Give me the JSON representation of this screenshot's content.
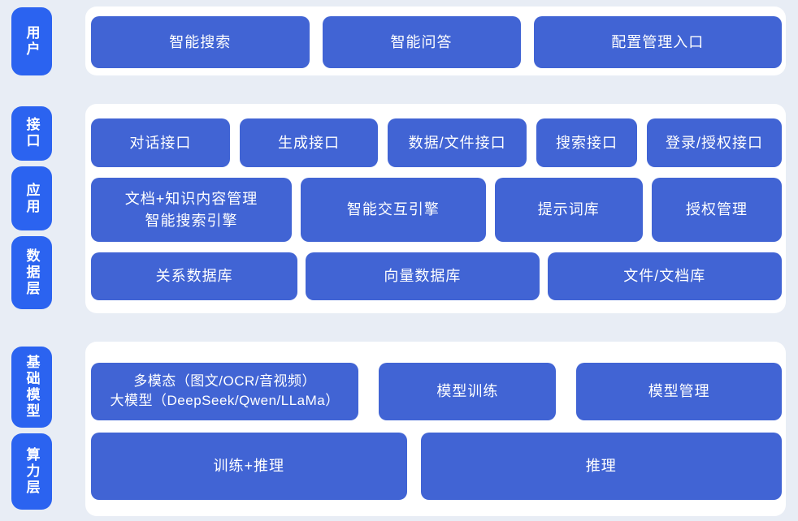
{
  "colors": {
    "page_background": "#e8edf5",
    "panel_background": "#ffffff",
    "layer_tab_blue": "#2b63f0",
    "block_blue": "#4164d4",
    "text_white": "#ffffff"
  },
  "user_section": {
    "tab": "用户",
    "blocks": {
      "smart_search": "智能搜索",
      "smart_qa": "智能问答",
      "config_entry": "配置管理入口"
    }
  },
  "platform_section": {
    "tabs": {
      "interface": "接口",
      "application": "应用",
      "data_layer": "数据层"
    },
    "interface_row": {
      "dialog_api": "对话接口",
      "generation_api": "生成接口",
      "data_file_api": "数据/文件接口",
      "search_api": "搜索接口",
      "login_auth_api": "登录/授权接口"
    },
    "application_row": {
      "doc_knowledge_search_engine": "文档+知识内容管理\n智能搜索引擎",
      "interaction_engine": "智能交互引擎",
      "prompt_library": "提示词库",
      "auth_management": "授权管理"
    },
    "data_row": {
      "relational_db": "关系数据库",
      "vector_db": "向量数据库",
      "file_doc_library": "文件/文档库"
    }
  },
  "model_section": {
    "tabs": {
      "foundation_model": "基础模型",
      "compute_layer": "算力层"
    },
    "model_row": {
      "multimodal_llm": "多模态（图文/OCR/音视频）\n大模型（DeepSeek/Qwen/LLaMa）",
      "model_training": "模型训练",
      "model_management": "模型管理"
    },
    "compute_row": {
      "training_inference": "训练+推理",
      "inference": "推理"
    }
  }
}
